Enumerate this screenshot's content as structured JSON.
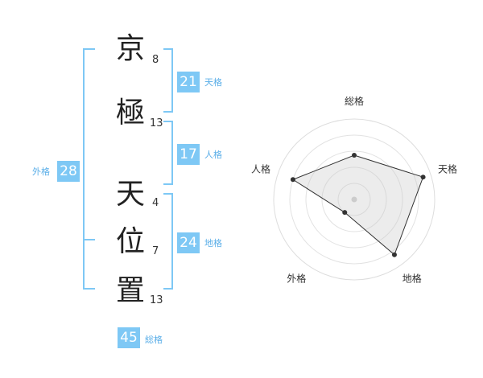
{
  "name": {
    "chars": [
      {
        "char": "京",
        "strokes": "8"
      },
      {
        "char": "極",
        "strokes": "13"
      },
      {
        "char": "天",
        "strokes": "4"
      },
      {
        "char": "位",
        "strokes": "7"
      },
      {
        "char": "置",
        "strokes": "13"
      }
    ]
  },
  "kaku": {
    "tenkaku": {
      "value": "21",
      "label": "天格"
    },
    "jinkaku": {
      "value": "17",
      "label": "人格"
    },
    "chikaku": {
      "value": "24",
      "label": "地格"
    },
    "gaikaku": {
      "value": "28",
      "label": "外格"
    },
    "soukaku": {
      "value": "45",
      "label": "総格"
    }
  },
  "colors": {
    "accent": "#7ec8f5",
    "accent_text": "#5aaee8"
  },
  "chart_data": {
    "type": "radar",
    "axes": [
      "総格",
      "天格",
      "地格",
      "外格",
      "人格"
    ],
    "values": [
      0.55,
      0.9,
      0.85,
      0.2,
      0.8
    ],
    "rings": 5,
    "grid": true
  }
}
